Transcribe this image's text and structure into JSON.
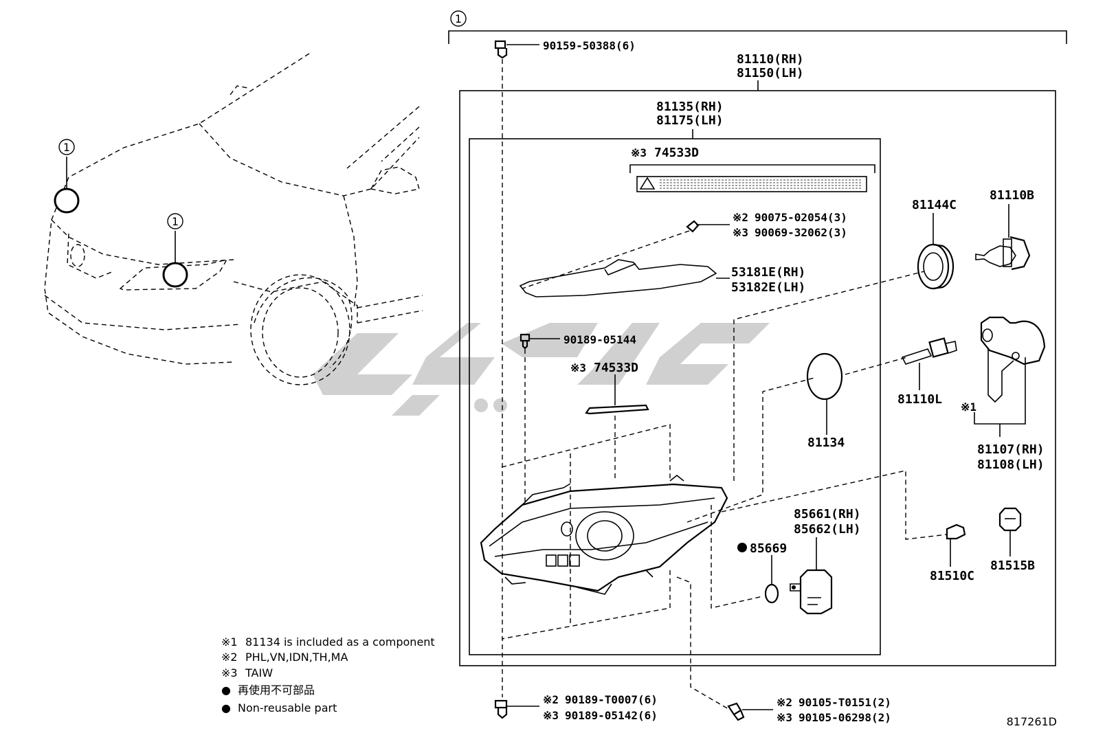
{
  "diagram_number": "817261D",
  "callout_marker": "1",
  "notes": [
    {
      "mark": "※1",
      "text": "81134 is included as a component"
    },
    {
      "mark": "※2",
      "text": "PHL,VN,IDN,TH,MA"
    },
    {
      "mark": "※3",
      "text": "TAIW"
    },
    {
      "mark": "●",
      "text": "再使用不可部品"
    },
    {
      "mark": "●",
      "text": "Non-reusable part"
    }
  ],
  "parts": {
    "bolt_top": "90159-50388(6)",
    "headlamp_assy_rh": "81110(RH)",
    "headlamp_assy_lh": "81150(LH)",
    "housing_rh": "81135(RH)",
    "housing_lh": "81175(LH)",
    "label_top_mark": "※3",
    "label_top": "74533D",
    "screw_a_mark": "※2",
    "screw_a": "90075-02054(3)",
    "screw_b_mark": "※3",
    "screw_b": "90069-32062(3)",
    "cover_rh": "53181E(RH)",
    "cover_lh": "53182E(LH)",
    "clip_mid": "90189-05144",
    "label_mid_mark": "※3",
    "label_mid": "74533D",
    "cap": "81144C",
    "bulb_hb": "81110B",
    "bulb_l": "81110L",
    "gasket": "81134",
    "ballast_mark": "※1",
    "ballast_rh": "81107(RH)",
    "ballast_lh": "81108(LH)",
    "actuator_rh": "85661(RH)",
    "actuator_lh": "85662(LH)",
    "oring": "85669",
    "bulb_c": "81510C",
    "socket_b": "81515B",
    "clip_bot_a_mark": "※2",
    "clip_bot_a": "90189-T0007(6)",
    "clip_bot_b_mark": "※3",
    "clip_bot_b": "90189-05142(6)",
    "screw_bot_a_mark": "※2",
    "screw_bot_a": "90105-T0151(2)",
    "screw_bot_b_mark": "※3",
    "screw_bot_b": "90105-06298(2)"
  }
}
